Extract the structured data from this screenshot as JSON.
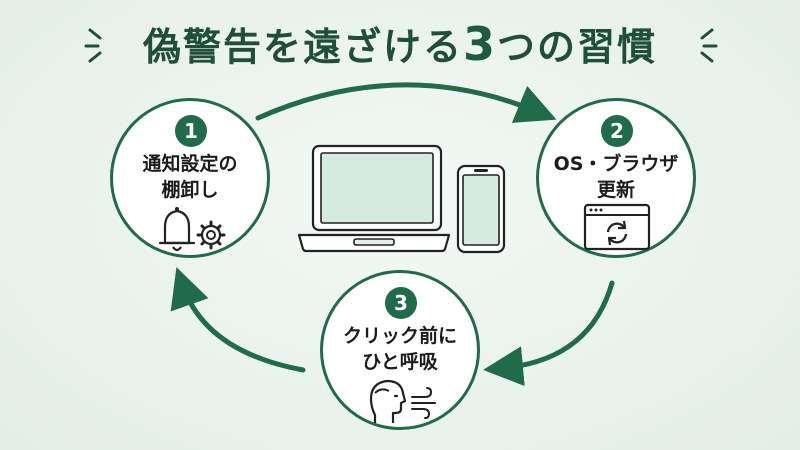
{
  "title": {
    "text": "偽警告を遠ざける",
    "number": "3",
    "suffix": "つの習慣"
  },
  "steps": [
    {
      "number": "1",
      "line1": "通知設定の",
      "line2": "棚卸し",
      "icon": "bell-gear-icon"
    },
    {
      "number": "2",
      "line1": "OS・ブラウザ",
      "line2": "更新",
      "icon": "browser-refresh-icon"
    },
    {
      "number": "3",
      "line1": "クリック前に",
      "line2": "ひと呼吸",
      "icon": "person-breathing-icon"
    }
  ],
  "center_icons": [
    "laptop-icon",
    "smartphone-icon"
  ],
  "colors": {
    "accent": "#1f6b4a",
    "title": "#1f4f3a",
    "background": "#e9f2ec"
  }
}
